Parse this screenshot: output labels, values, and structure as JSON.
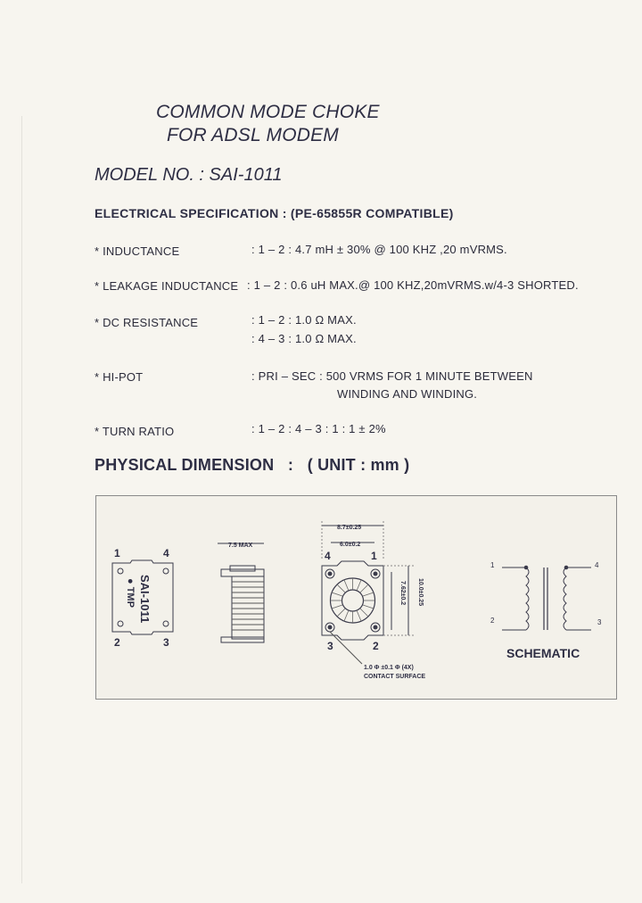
{
  "header": {
    "title_line1": "COMMON MODE CHOKE",
    "title_line2": "FOR ADSL MODEM",
    "model": "MODEL NO. : SAI-1011"
  },
  "electrical": {
    "heading": "ELECTRICAL SPECIFICATION : (PE-65855R COMPATIBLE)",
    "rows": [
      {
        "label": "* INDUCTANCE",
        "value": ": 1 – 2 : 4.7 mH ±   30%   @ 100 KHZ ,20 mVRMS."
      },
      {
        "label": "* LEAKAGE INDUCTANCE",
        "value": ": 1 – 2 : 0.6 uH MAX.@ 100 KHZ,20mVRMS.w/4-3 SHORTED."
      },
      {
        "label": "* DC RESISTANCE",
        "value": ": 1 – 2 : 1.0  Ω  MAX.",
        "value2": ": 4 – 3 : 1.0  Ω  MAX."
      },
      {
        "label": "* HI-POT",
        "value": ": PRI – SEC   : 500 VRMS FOR 1 MINUTE BETWEEN",
        "value2": "WINDING AND WINDING."
      },
      {
        "label": "* TURN RATIO",
        "value": ": 1 – 2 : 4 – 3 : 1 : 1  ±   2%"
      }
    ]
  },
  "physical": {
    "heading": "PHYSICAL DIMENSION   :   ( UNIT : mm )"
  },
  "drawing": {
    "top_view": {
      "pins": [
        "1",
        "4",
        "2",
        "3"
      ],
      "marking1": "SAI-1011",
      "marking2": "● TMP"
    },
    "side_view": {
      "dim": "7.5 MAX"
    },
    "bottom_view": {
      "pins": [
        "4",
        "1",
        "3",
        "2"
      ],
      "dim_width_outer": "8.7±0.25",
      "dim_width_inner": "6.0±0.2",
      "dim_height_inner": "7.62±0.2",
      "dim_height_outer": "10.0±0.25",
      "note1": "1.0 Φ ±0.1 Φ (4X)",
      "note2": "CONTACT SURFACE"
    },
    "schematic": {
      "pins": [
        "1",
        "4",
        "2",
        "3"
      ],
      "label": "SCHEMATIC"
    }
  }
}
